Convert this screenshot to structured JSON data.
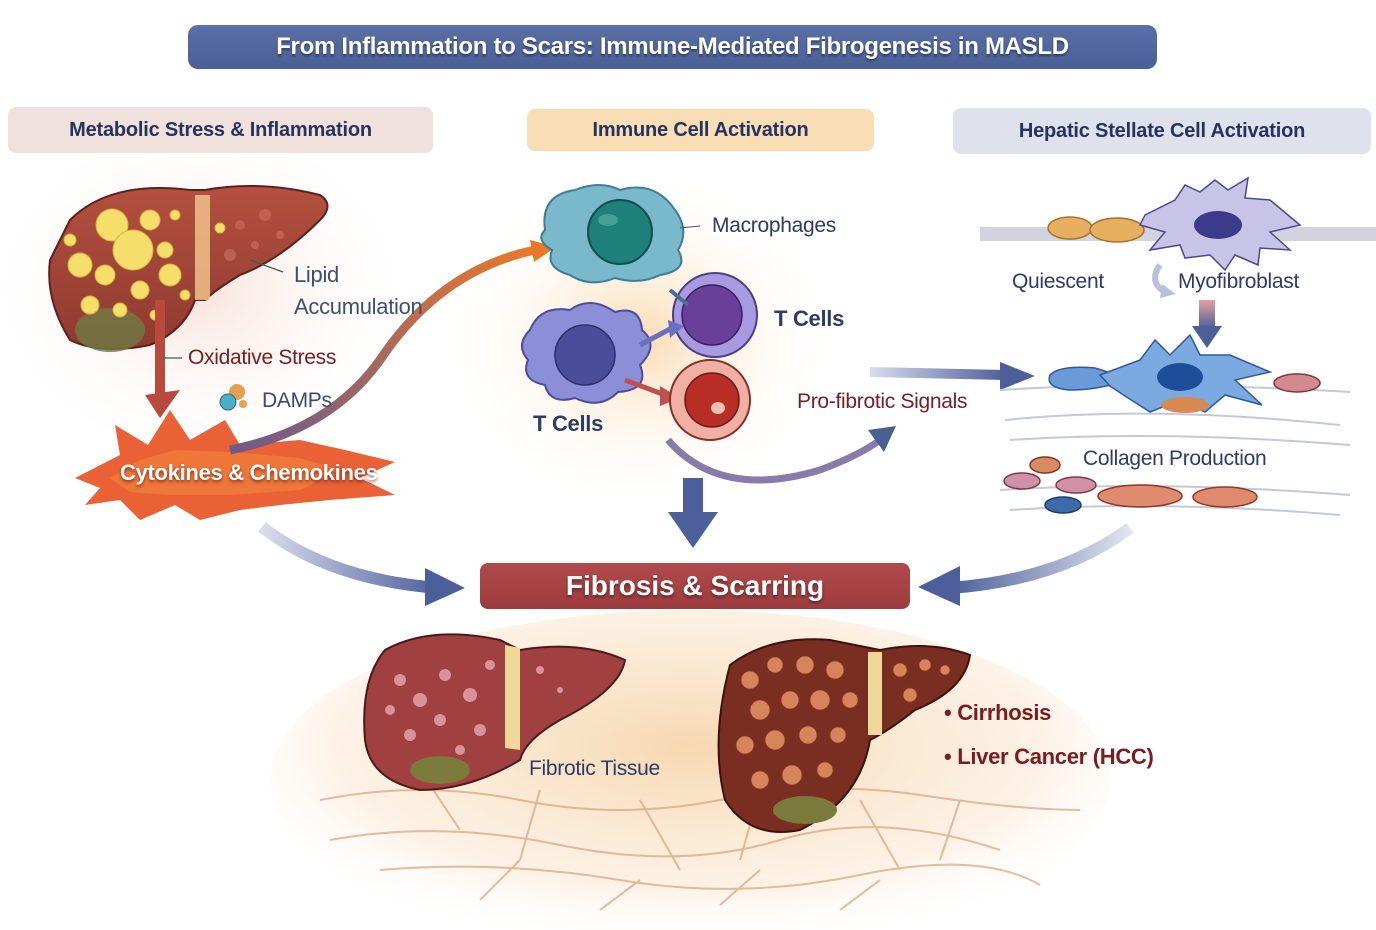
{
  "title": "From Inflammation to Scars: Immune-Mediated Fibrogenesis in MASLD",
  "sections": {
    "metabolic": {
      "header": "Metabolic Stress & Inflammation",
      "labels": {
        "lipid_line1": "Lipid",
        "lipid_line2": "Accumulation",
        "oxidative_stress": "Oxidative Stress",
        "damps": "DAMPs",
        "cytokines": "Cytokines & Chemokines"
      }
    },
    "immune": {
      "header": "Immune Cell Activation",
      "labels": {
        "macrophages": "Macrophages",
        "t_cells_right": "T Cells",
        "t_cells_left": "T Cells",
        "pro_fibrotic": "Pro-fibrotic Signals"
      }
    },
    "stellate": {
      "header": "Hepatic Stellate Cell Activation",
      "labels": {
        "quiescent": "Quiescent",
        "myofibroblast": "Myofibroblast",
        "collagen": "Collagen Production"
      }
    }
  },
  "outcome": {
    "label": "Fibrosis & Scarring",
    "fibrotic_tissue": "Fibrotic Tissue",
    "consequences": [
      "• Cirrhosis",
      "• Liver Cancer (HCC)"
    ]
  },
  "colors": {
    "title_bar": "#5068a0",
    "header_text": "#25335f",
    "label_red": "#7a1c24",
    "fibrosis_box": "#a84446",
    "arrow_blue": "#4d5f9a",
    "arrow_orange": "#e07a30",
    "liver_red": "#a8443a",
    "fat_yellow": "#f5df6a",
    "macrophage": "#5aa4c0",
    "t_cell_purple": "#8a6cc0",
    "red_cell": "#c84038"
  }
}
